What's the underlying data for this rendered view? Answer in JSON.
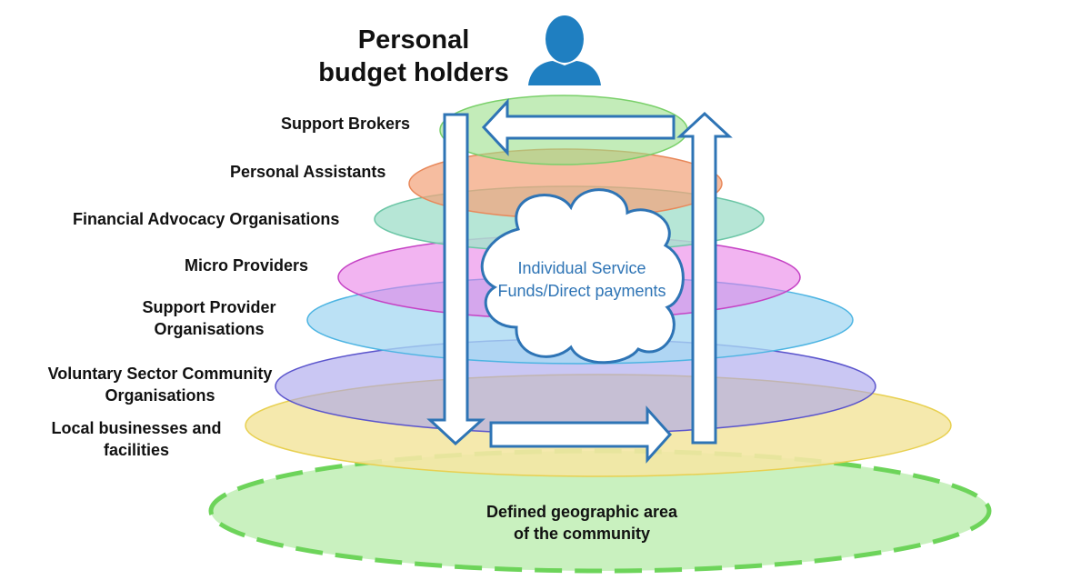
{
  "title": {
    "line1": "Personal",
    "line2": "budget holders"
  },
  "icon": {
    "name": "person-icon",
    "color": "#1f7fc1"
  },
  "layers": [
    {
      "id": "support-brokers",
      "label_lines": [
        "Support Brokers"
      ],
      "fill": "#9be08a",
      "stroke": "#7ad06a"
    },
    {
      "id": "personal-assistants",
      "label_lines": [
        "Personal Assistants"
      ],
      "fill": "#f2a47c",
      "stroke": "#e8885a"
    },
    {
      "id": "financial-advocacy",
      "label_lines": [
        "Financial Advocacy Organisations"
      ],
      "fill": "#a9e2cf",
      "stroke": "#6cc6a6"
    },
    {
      "id": "micro-providers",
      "label_lines": [
        "Micro Providers"
      ],
      "fill": "#e97ee7",
      "stroke": "#c542c4"
    },
    {
      "id": "support-provider-orgs",
      "label_lines": [
        "Support Provider",
        "Organisations"
      ],
      "fill": "#a8d8f2",
      "stroke": "#4cb4e2"
    },
    {
      "id": "voluntary-sector",
      "label_lines": [
        "Voluntary Sector  Community",
        "Organisations"
      ],
      "fill": "#a9a4ec",
      "stroke": "#5a54cc"
    },
    {
      "id": "local-businesses",
      "label_lines": [
        "Local businesses and",
        "facilities"
      ],
      "fill": "#f4e7a4",
      "stroke": "#e8d050"
    }
  ],
  "community_area": {
    "lines": [
      "Defined geographic area",
      "of the community"
    ],
    "fill": "#c9f1bf",
    "stroke": "#6dd45a"
  },
  "cloud": {
    "lines": [
      "Individual Service",
      "Funds/Direct payments"
    ],
    "text_color": "#2e74b5",
    "stroke": "#2e74b5"
  },
  "arrow_color": "#2e74b5"
}
